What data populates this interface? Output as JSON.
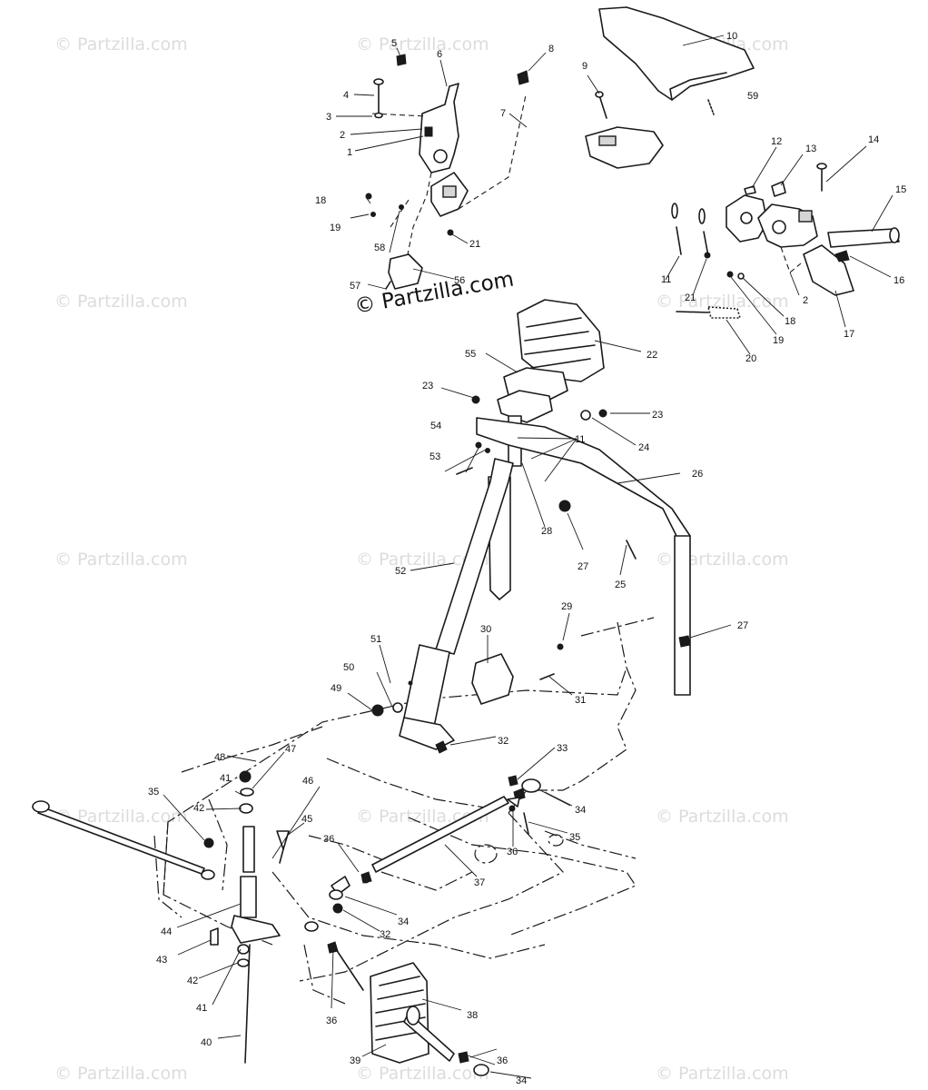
{
  "watermark": "© Partzilla.com",
  "brand_label": "© Partzilla.com",
  "callouts": {
    "p1": "1",
    "p2a": "2",
    "p2b": "2",
    "p3": "3",
    "p4": "4",
    "p5": "5",
    "p6": "6",
    "p7": "7",
    "p8": "8",
    "p9": "9",
    "p10": "10",
    "p11a": "11",
    "p11b": "11",
    "p12": "12",
    "p13": "13",
    "p14": "14",
    "p15": "15",
    "p16": "16",
    "p17": "17",
    "p18a": "18",
    "p18b": "18",
    "p19a": "19",
    "p19b": "19",
    "p20": "20",
    "p21a": "21",
    "p21b": "21",
    "p22": "22",
    "p23a": "23",
    "p23b": "23",
    "p24": "24",
    "p25": "25",
    "p26": "26",
    "p27a": "27",
    "p27b": "27",
    "p28": "28",
    "p29": "29",
    "p30": "30",
    "p31": "31",
    "p32a": "32",
    "p32b": "32",
    "p33": "33",
    "p34a": "34",
    "p34b": "34",
    "p34c": "34",
    "p35a": "35",
    "p35b": "35",
    "p36a": "36",
    "p36b": "36",
    "p36c": "36",
    "p36d": "36",
    "p37": "37",
    "p38": "38",
    "p39": "39",
    "p40": "40",
    "p41a": "41",
    "p41b": "41",
    "p42a": "42",
    "p42b": "42",
    "p43": "43",
    "p44": "44",
    "p45": "45",
    "p46": "46",
    "p47": "47",
    "p48": "48",
    "p49": "49",
    "p50": "50",
    "p51": "51",
    "p52": "52",
    "p53": "53",
    "p54": "54",
    "p55": "55",
    "p56": "56",
    "p57": "57",
    "p58": "58",
    "p59": "59"
  }
}
